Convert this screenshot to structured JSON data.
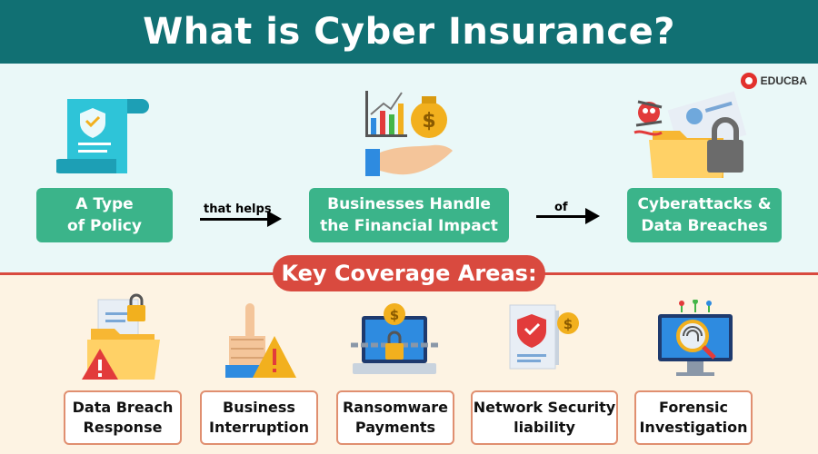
{
  "title": "What is Cyber Insurance?",
  "brand": "EDUCBA",
  "flow": {
    "box1": [
      "A Type",
      "of Policy"
    ],
    "connector1": "that helps",
    "box2": [
      "Businesses Handle",
      "the Financial Impact"
    ],
    "connector2": "of",
    "box3": [
      "Cyberattacks &",
      "Data Breaches"
    ]
  },
  "coverage": {
    "heading": "Key Coverage Areas:",
    "items": [
      {
        "line1": "Data Breach",
        "line2": "Response",
        "icon": "folder-lock-warning-icon"
      },
      {
        "line1": "Business",
        "line2": "Interruption",
        "icon": "hand-warning-icon"
      },
      {
        "line1": "Ransomware",
        "line2": "Payments",
        "icon": "laptop-chain-lock-icon"
      },
      {
        "line1": "Network Security",
        "line2": "liability",
        "icon": "document-shield-icon"
      },
      {
        "line1": "Forensic",
        "line2": "Investigation",
        "icon": "monitor-fingerprint-icon"
      }
    ]
  },
  "colors": {
    "header": "#117073",
    "green": "#3bb48a",
    "red": "#d94a3f",
    "top_bg": "#eaf8f8",
    "bottom_bg": "#fdf3e3"
  }
}
